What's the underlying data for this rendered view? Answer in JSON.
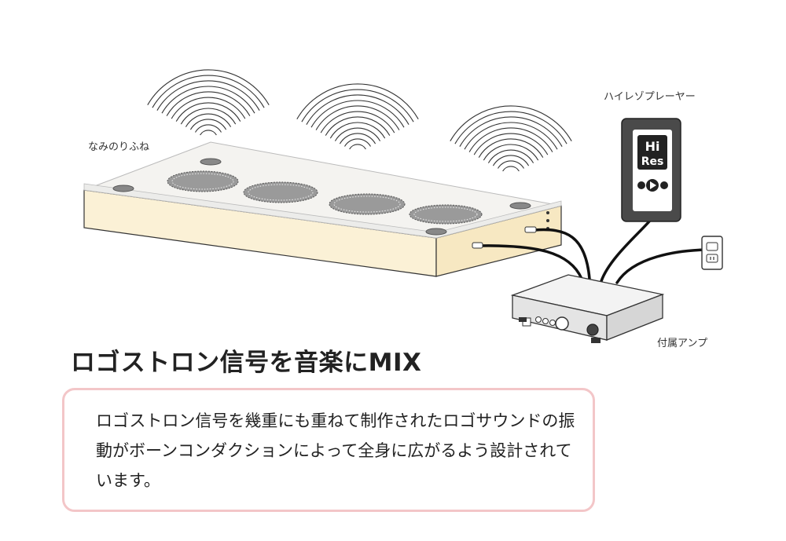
{
  "labels": {
    "futon": "なみのりふね",
    "player": "ハイレゾプレーヤー",
    "amp": "付属アンプ"
  },
  "player_screen": {
    "line1": "Hi",
    "line2": "Res"
  },
  "headline": "ロゴストロン信号を音楽にMIX",
  "description": "ロゴストロン信号を幾重にも重ねて制作されたロゴサウンドの振動がボーンコンダクションによって全身に広がるよう設計されています。",
  "colors": {
    "mattress_side": "#fbf1d6",
    "mattress_top": "#f4f3f0",
    "box_border": "#f3c6c8",
    "player_body": "#4a4a4a",
    "amp_body": "#e9e9e9"
  }
}
